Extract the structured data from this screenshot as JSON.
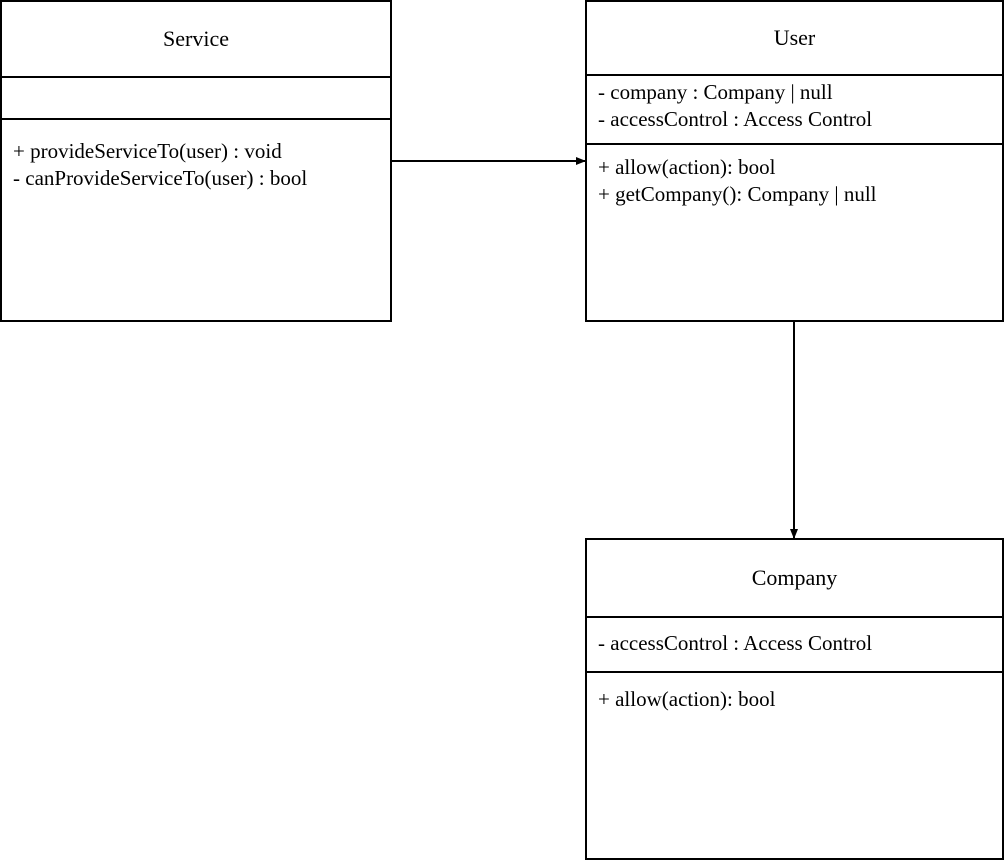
{
  "classes": {
    "service": {
      "name": "Service",
      "attributes": [],
      "operations": [
        "+ provideServiceTo(user) : void",
        "- canProvideServiceTo(user) : bool"
      ]
    },
    "user": {
      "name": "User",
      "attributes": [
        "- company : Company | null",
        "- accessControl : Access Control"
      ],
      "operations": [
        "+ allow(action): bool",
        "+ getCompany(): Company | null"
      ]
    },
    "company": {
      "name": "Company",
      "attributes": [
        "- accessControl : Access Control"
      ],
      "operations": [
        "+ allow(action): bool"
      ]
    }
  },
  "relations": [
    {
      "from": "Service",
      "to": "User",
      "type": "association"
    },
    {
      "from": "User",
      "to": "Company",
      "type": "association"
    }
  ]
}
